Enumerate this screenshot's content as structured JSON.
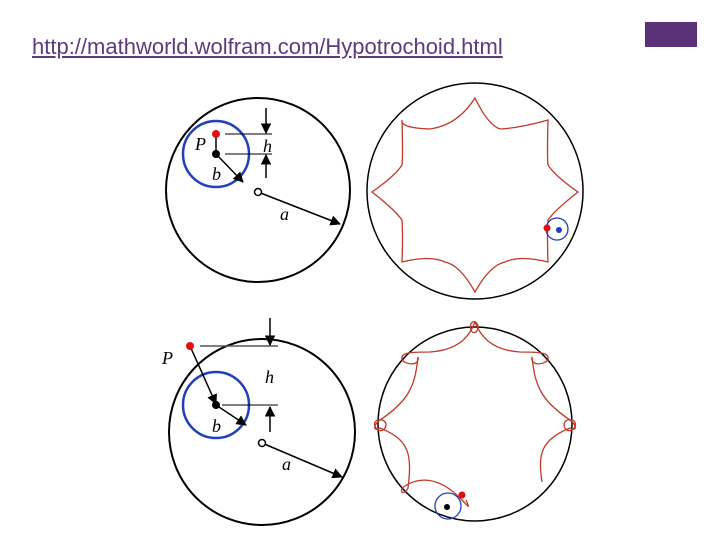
{
  "header": {
    "link_text": "http://mathworld.wolfram.com/Hypotrochoid.html",
    "accent_color": "#5a3177"
  },
  "diagrams": {
    "top_left": {
      "labels": {
        "p": "P",
        "h": "h",
        "b": "b",
        "a": "a"
      }
    },
    "bottom_left": {
      "labels": {
        "p": "P",
        "h": "h",
        "b": "b",
        "a": "a"
      }
    }
  },
  "colors": {
    "outer_circle": "#000000",
    "rolling_circle": "#1f3fbf",
    "curve": "#c0392b",
    "point": "#e01010"
  }
}
